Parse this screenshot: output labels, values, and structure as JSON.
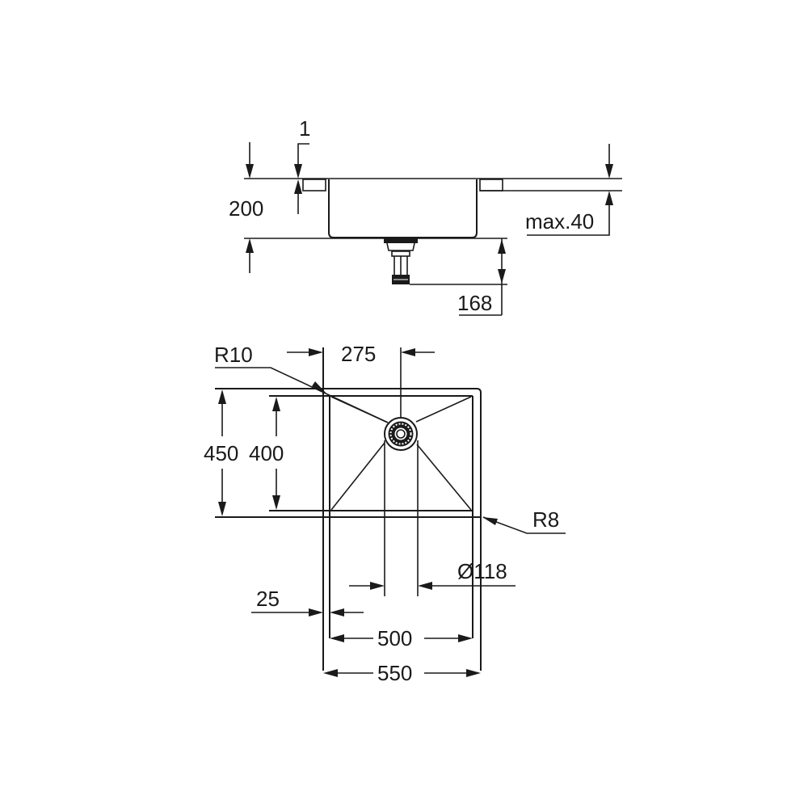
{
  "drawing": {
    "title": "Sink technical drawing",
    "line_color": "#1a1a1a",
    "background": "#ffffff"
  },
  "side_view": {
    "labels": {
      "sheet_thickness": "1",
      "bowl_depth": "200",
      "worktop_max": "max.40",
      "waste_height": "168"
    }
  },
  "plan_view": {
    "labels": {
      "inner_corner_radius": "R10",
      "drain_offset": "275",
      "outer_depth": "450",
      "inner_depth": "400",
      "outer_corner_radius": "R8",
      "drain_diameter": "Ø118",
      "rim_width": "25",
      "inner_width": "500",
      "outer_width": "550"
    }
  }
}
